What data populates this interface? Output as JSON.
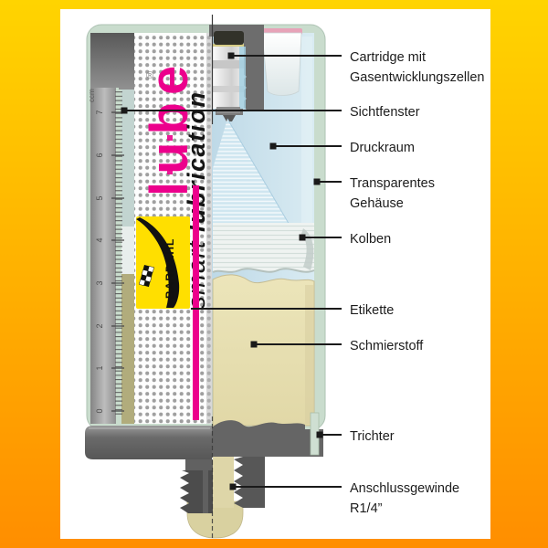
{
  "background": {
    "gradient_top": "#FFD400",
    "gradient_bottom": "#FF8E00",
    "panel_color": "#FFFFFF"
  },
  "device": {
    "brand": "BARDAHL",
    "product_name": "lube",
    "registered_mark": "®",
    "tagline_light": "smart ",
    "tagline_bold": "lubrication",
    "scale": {
      "unit": "ccm",
      "ticks": [
        "7",
        "6",
        "5",
        "4",
        "3",
        "2",
        "1",
        "0"
      ]
    },
    "colors": {
      "accent_magenta": "#EC008C",
      "bardahl_yellow": "#FFDF00",
      "housing_green": "#C9DCCD",
      "chamber_blue": "#CBE2EE",
      "lubricant_cream": "#EAE3B5",
      "metal_gray": "#6A6A6A"
    }
  },
  "annotations": [
    {
      "id": "cartridge",
      "text": "Cartridge mit",
      "text2": "Gasentwicklungszellen"
    },
    {
      "id": "sichtfenster",
      "text": "Sichtfenster"
    },
    {
      "id": "druckraum",
      "text": "Druckraum"
    },
    {
      "id": "gehaeuse",
      "text": "Transparentes",
      "text2": "Gehäuse"
    },
    {
      "id": "kolben",
      "text": "Kolben"
    },
    {
      "id": "etikette",
      "text": "Etikette"
    },
    {
      "id": "schmierstoff",
      "text": "Schmierstoff"
    },
    {
      "id": "trichter",
      "text": "Trichter"
    },
    {
      "id": "anschluss",
      "text": "Anschlussgewinde",
      "text2": "R1/4”"
    }
  ]
}
